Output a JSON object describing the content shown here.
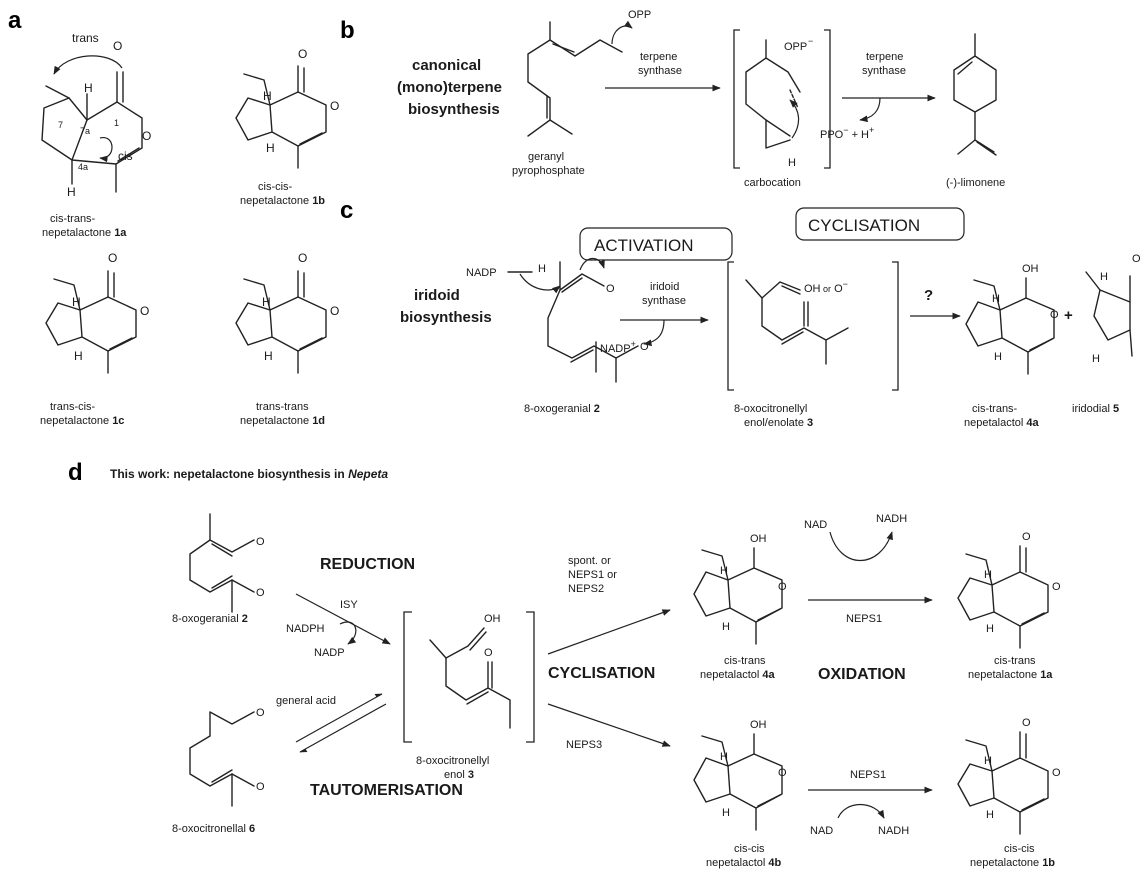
{
  "panels": {
    "a": "a",
    "b": "b",
    "c": "c",
    "d": "d"
  },
  "panel_a": {
    "trans": "trans",
    "cis": "cis",
    "n1": "1",
    "n7": "7",
    "n7a": "7a",
    "n4a": "4a",
    "H": "H",
    "O": "O",
    "c1a_l1": "cis-trans-",
    "c1a_l2": "nepetalactone",
    "c1a_n": "1a",
    "c1b_l1": "cis-cis-",
    "c1b_l2": "nepetalactone",
    "c1b_n": "1b",
    "c1c_l1": "trans-cis-",
    "c1c_l2": "nepetalactone",
    "c1c_n": "1c",
    "c1d_l1": "trans-trans",
    "c1d_l2": "nepetalactone",
    "c1d_n": "1d"
  },
  "panel_b": {
    "title_l1": "canonical",
    "title_l2": "(mono)terpene",
    "title_l3": "biosynthesis",
    "opp": "OPP",
    "opp_minus": "OPP",
    "minus": "−",
    "enzyme1_l1": "terpene",
    "enzyme1_l2": "synthase",
    "enzyme2_l1": "terpene",
    "enzyme2_l2": "synthase",
    "byproduct": "PPO",
    "byproduct_b": "+ H",
    "plus": "+",
    "gpp_l1": "geranyl",
    "gpp_l2": "pyrophosphate",
    "carbocation": "carbocation",
    "limonene": "(-)-limonene",
    "H": "H"
  },
  "panel_c": {
    "activation": "ACTIVATION",
    "cyclisation": "CYCLISATION",
    "title_l1": "iridoid",
    "title_l2": "biosynthesis",
    "nadp_h": "NADP",
    "H": "H",
    "enzyme_l1": "iridoid",
    "enzyme_l2": "synthase",
    "nadp_plus": "NADP",
    "plus": "+",
    "oh": "OH",
    "or": "or",
    "o_minus": "O",
    "minus": "−",
    "O": "O",
    "question": "?",
    "oxogeranial": "8-oxogeranial",
    "n2": "2",
    "enol_l1": "8-oxocitronellyl",
    "enol_l2": "enol/enolate",
    "n3": "3",
    "c4a_l1": "cis-trans-",
    "c4a_l2": "nepetalactol",
    "n4a": "4a",
    "iridodial": "iridodial",
    "n5": "5"
  },
  "panel_d": {
    "title": "This work: nepetalactone biosynthesis in ",
    "title_italic": "Nepeta",
    "reduction": "REDUCTION",
    "isy": "ISY",
    "nadph": "NADPH",
    "nadp_plus": "NADP",
    "oxogeranial": "8-oxogeranial",
    "n2": "2",
    "general_acid": "general acid",
    "tautomerisation": "TAUTOMERISATION",
    "oxocitronellal": "8-oxocitronellal",
    "n6": "6",
    "enol_l1": "8-oxocitronellyl",
    "enol_l2": "enol",
    "n3": "3",
    "cyclisation": "CYCLISATION",
    "oxidation": "OXIDATION",
    "spont_l1": "spont. or",
    "spont_l2": "NEPS1 or",
    "spont_l3": "NEPS2",
    "neps3": "NEPS3",
    "neps1_top": "NEPS1",
    "neps1_bot": "NEPS1",
    "nad_plus": "NAD",
    "nadh": "NADH",
    "OH": "OH",
    "O": "O",
    "H": "H",
    "c4a_l1": "cis-trans",
    "c4a_l2": "nepetalactol",
    "n4a": "4a",
    "c1a_l1": "cis-trans",
    "c1a_l2": "nepetalactone",
    "n1a": "1a",
    "c4b_l1": "cis-cis",
    "c4b_l2": "nepetalactol",
    "n4b": "4b",
    "c1b_l1": "cis-cis",
    "c1b_l2": "nepetalactone",
    "n1b": "1b"
  }
}
